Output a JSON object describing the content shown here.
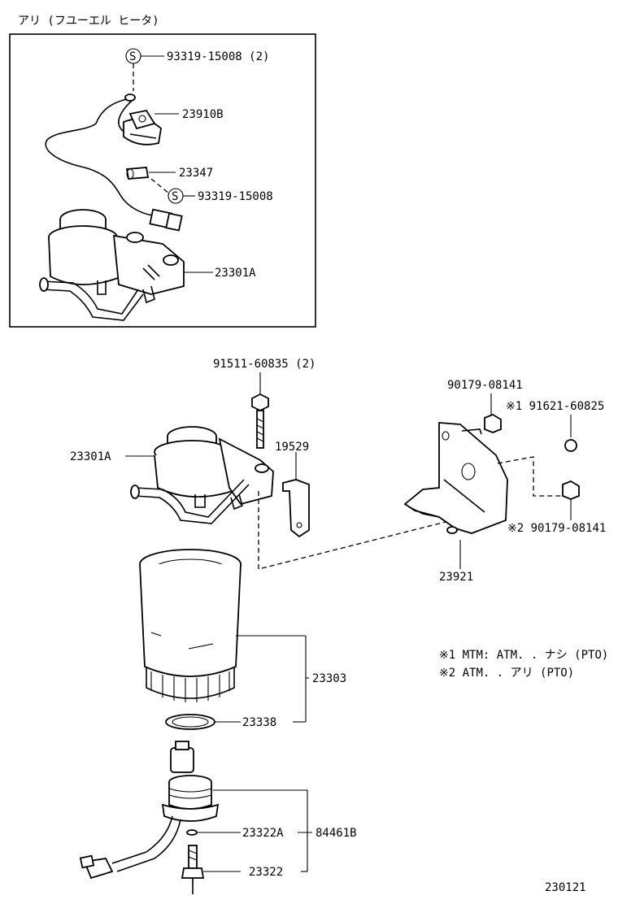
{
  "inset": {
    "title": "アリ (フユーエル ヒータ)",
    "labels": {
      "p93319_15008_2": "93319-15008 (2)",
      "p23910B": "23910B",
      "p23347": "23347",
      "p93319_15008": "93319-15008",
      "p23301A": "23301A"
    },
    "s_mark": "S"
  },
  "main": {
    "labels": {
      "p91511_60835": "91511-60835 (2)",
      "p90179_08141_top": "90179-08141",
      "p191621_60825": "※1 91621-60825",
      "p23301A": "23301A",
      "p19529": "19529",
      "p90179_08141_bottom": "※2 90179-08141",
      "p23921": "23921",
      "p23303": "23303",
      "p23338": "23338",
      "p23322A": "23322A",
      "p84461B": "84461B",
      "p23322": "23322"
    },
    "notes": [
      "※1 MTM: ATM. . ナシ (PTO)",
      "※2 ATM. . アリ (PTO)"
    ],
    "diagram_number": "230121"
  }
}
